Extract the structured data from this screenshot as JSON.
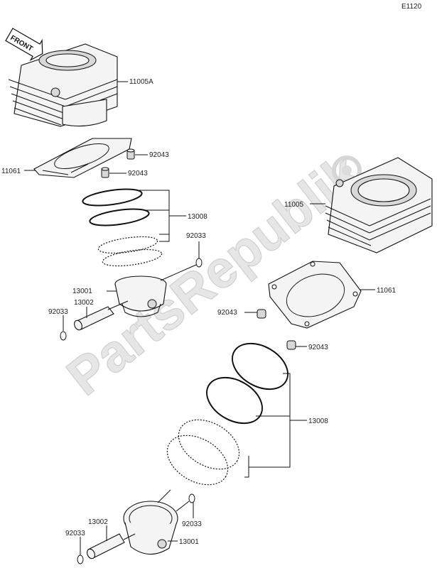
{
  "diagram_code": "E1120",
  "direction_badge": "FRONT",
  "watermark": "PartsRepublik",
  "callouts": {
    "cyl_top": "11005A",
    "cyl_right": "11005",
    "gasket_left": "11061",
    "gasket_right": "11061",
    "dowel_left_a": "92043",
    "dowel_left_b": "92043",
    "dowel_right_a": "92043",
    "dowel_right_b": "92043",
    "rings_left": "13008",
    "rings_right": "13008",
    "clip_left_a": "92033",
    "clip_left_b": "92033",
    "clip_right_a": "92033",
    "clip_right_b": "92033",
    "piston_left": "13001",
    "piston_right": "13001",
    "pin_left": "13002",
    "pin_right": "13002"
  }
}
